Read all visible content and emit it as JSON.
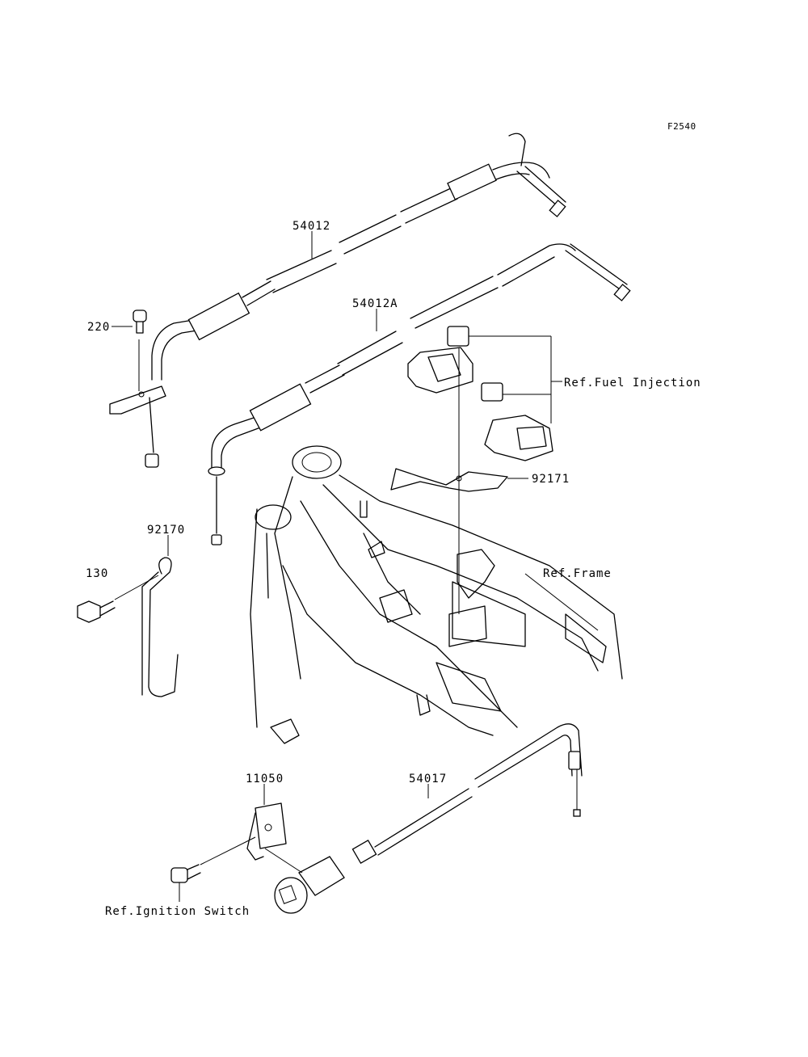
{
  "figure_code": "F2540",
  "labels": {
    "p54012": "54012",
    "p54012A": "54012A",
    "p220": "220",
    "p92170": "92170",
    "p130": "130",
    "p92171": "92171",
    "ref_fuel_injection": "Ref.Fuel Injection",
    "ref_frame": "Ref.Frame",
    "p11050": "11050",
    "p54017": "54017",
    "ref_ignition_switch": "Ref.Ignition Switch"
  }
}
